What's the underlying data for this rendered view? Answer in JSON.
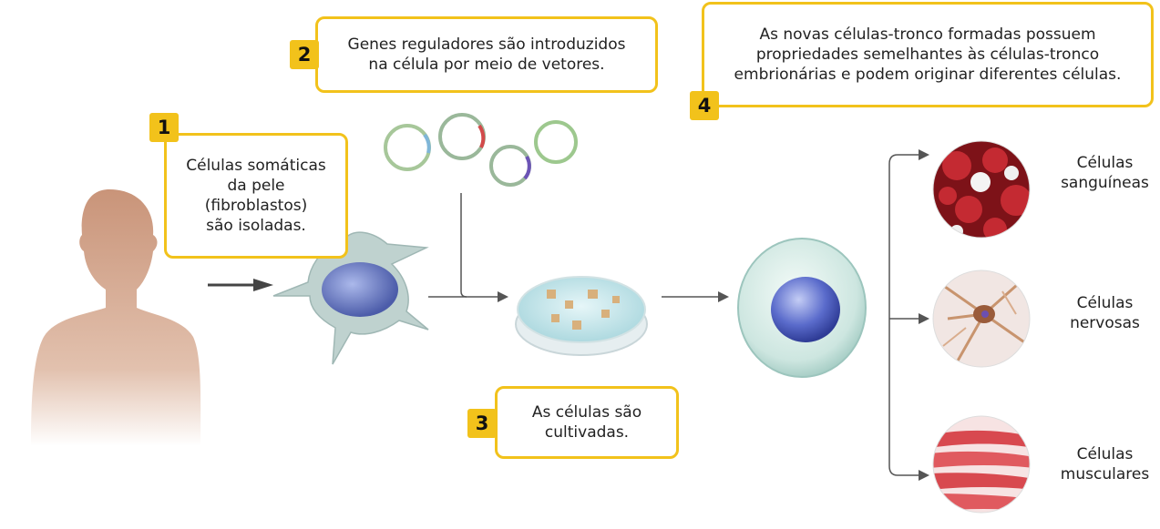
{
  "steps": [
    {
      "number": "1",
      "lines": [
        "Células somáticas",
        "da pele",
        "(fibroblastos)",
        "são isoladas."
      ]
    },
    {
      "number": "2",
      "lines": [
        "Genes reguladores são introduzidos",
        "na célula por meio de vetores."
      ]
    },
    {
      "number": "3",
      "lines": [
        "As células são",
        "cultivadas."
      ]
    },
    {
      "number": "4",
      "lines": [
        "As novas células-tronco formadas possuem",
        "propriedades semelhantes às células-tronco",
        "embrionárias e podem originar diferentes células."
      ]
    }
  ],
  "outputs": [
    {
      "lines": [
        "Células",
        "sanguíneas"
      ]
    },
    {
      "lines": [
        "Células",
        "nervosas"
      ]
    },
    {
      "lines": [
        "Células",
        "musculares"
      ]
    }
  ],
  "colors": {
    "accent": "#f2c21b",
    "skin": "#d4a58c",
    "cell_blue": "#6f7fc8",
    "blood_red": "#b3202a",
    "muscle_red": "#d8494f"
  }
}
